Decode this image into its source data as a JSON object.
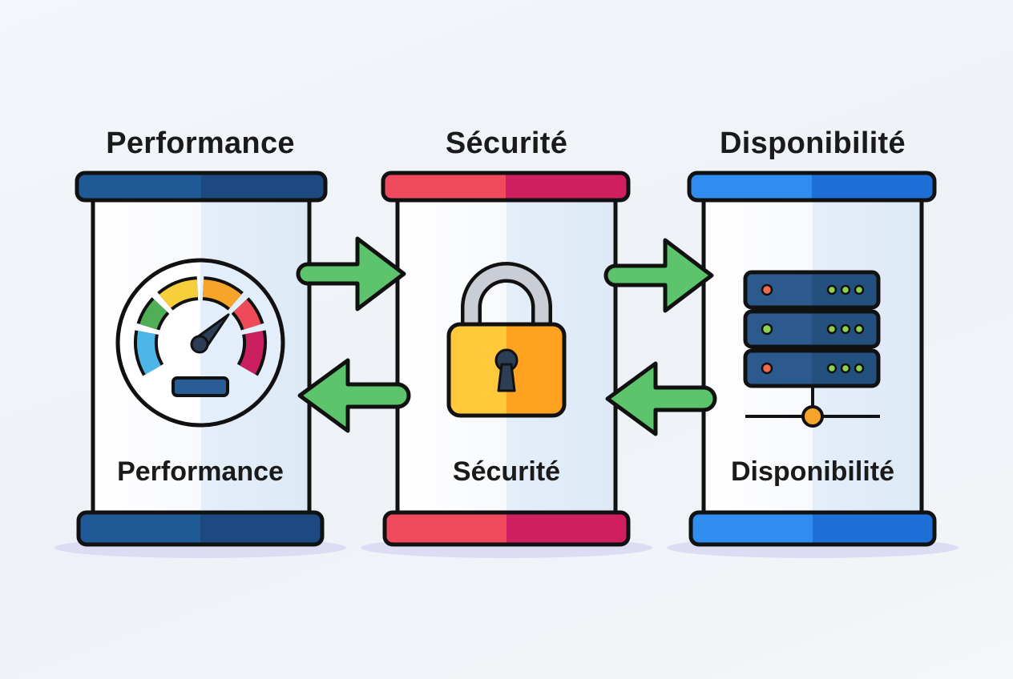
{
  "titles": {
    "performance": "Performance",
    "securite": "Sécurité",
    "disponibilite": "Disponibilité"
  },
  "labels": {
    "performance": "Performance",
    "securite": "Sécurité",
    "disponibilite": "Disponibilité"
  },
  "colors": {
    "performance_cap": "#1f5a96",
    "performance_cap_dark": "#1c4a80",
    "securite_cap": "#f04a5f",
    "securite_cap_dark": "#cf1f5f",
    "disponibilite_cap": "#2f8df0",
    "disponibilite_cap_dark": "#1e6fd6",
    "arrow_green": "#5cc46a",
    "lock_body": "#ffc93a",
    "lock_body_dark": "#ffa21f",
    "server_blue": "#2c5a8e",
    "server_dot": "#8fd24f"
  },
  "icons": {
    "performance": "speedometer-icon",
    "securite": "padlock-icon",
    "disponibilite": "server-rack-icon"
  },
  "arrows": [
    "arrow-perf-to-secu",
    "arrow-secu-to-perf",
    "arrow-secu-to-disp",
    "arrow-disp-to-secu"
  ]
}
